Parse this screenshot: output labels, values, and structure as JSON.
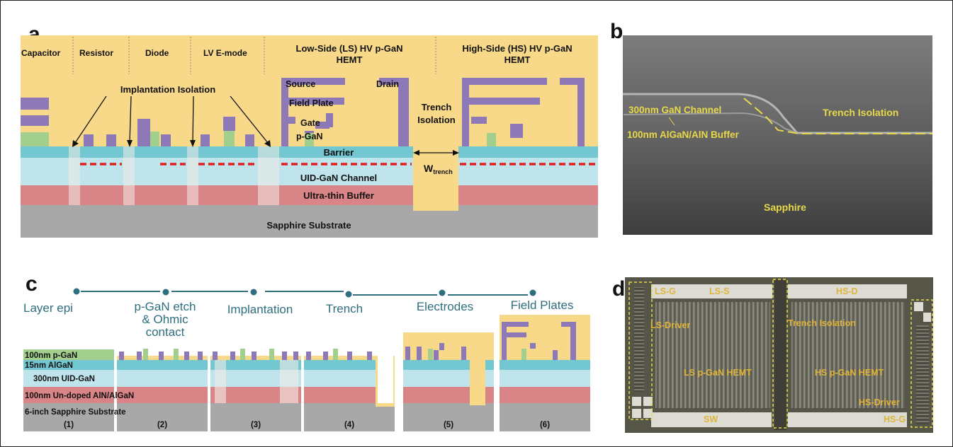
{
  "panel_labels": {
    "a": "a",
    "b": "b",
    "c": "c",
    "d": "d"
  },
  "colors": {
    "gold": "#f8d98a",
    "purple": "#8d78b8",
    "green": "#a3cf8e",
    "barrier": "#72c7d1",
    "channel": "#bfe4ec",
    "buffer": "#d98486",
    "substrate": "#a8a8a8",
    "twodeg": "#e0201c",
    "teal_text": "#2e6e7e",
    "sem_label": "#e8d94a"
  },
  "panel_a": {
    "regions": [
      "Capacitor",
      "Resistor",
      "Diode",
      "LV  E-mode"
    ],
    "ls_title": [
      "Low-Side (LS) HV p-GaN",
      "HEMT"
    ],
    "hs_title": [
      "High-Side (HS) HV p-GaN",
      "HEMT"
    ],
    "implantation_isolation": "Implantation Isolation",
    "source": "Source",
    "drain": "Drain",
    "field_plate": "Field Plate",
    "gate": "Gate",
    "pgan": "p-GaN",
    "trench_isolation": [
      "Trench",
      "Isolation"
    ],
    "barrier": "Barrier",
    "w_main": "W",
    "w_sub": "trench",
    "channel": "UID-GaN Channel",
    "buffer": "Ultra-thin Buffer",
    "substrate": "Sapphire Substrate"
  },
  "panel_b": {
    "channel": "300nm  GaN Channel",
    "buffer": "100nm AlGaN/AlN Buffer",
    "trench": "Trench Isolation",
    "sapphire": "Sapphire"
  },
  "panel_c": {
    "steps": [
      {
        "label": [
          "Layer epi"
        ],
        "num": "(1)"
      },
      {
        "label": [
          "p-GaN etch",
          "& Ohmic",
          "contact"
        ],
        "num": "(2)"
      },
      {
        "label": [
          "Implantation"
        ],
        "num": "(3)"
      },
      {
        "label": [
          "Trench"
        ],
        "num": "(4)"
      },
      {
        "label": [
          "Electrodes"
        ],
        "num": "(5)"
      },
      {
        "label": [
          "Field Plates"
        ],
        "num": "(6)"
      }
    ],
    "layers": [
      "100nm p-GaN",
      "15nm AlGaN",
      "300nm UID-GaN",
      "100nm Un-doped AlN/AlGaN",
      "6-inch Sapphire Substrate"
    ]
  },
  "panel_d": {
    "ls_g": "LS-G",
    "ls_s": "LS-S",
    "hs_d": "HS-D",
    "ls_driver": "LS-Driver",
    "trench": "Trench Isolation",
    "ls_hemt": "LS p-GaN HEMT",
    "hs_hemt": "HS p-GaN HEMT",
    "hs_driver": "HS-Driver",
    "sw": "SW",
    "hs_g": "HS-G"
  }
}
